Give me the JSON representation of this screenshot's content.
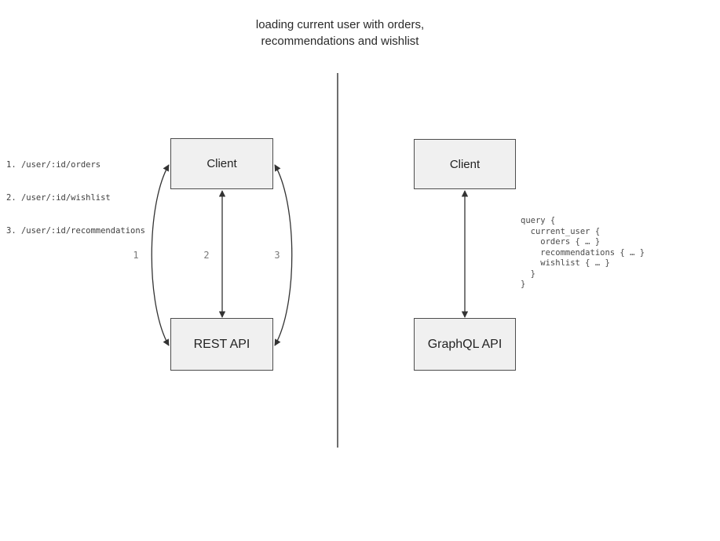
{
  "title": {
    "line1": "loading current user with orders,",
    "line2": "recommendations and wishlist"
  },
  "rest_panel": {
    "client_label": "Client",
    "api_label": "REST API",
    "endpoints": [
      "1. /user/:id/orders",
      "2. /user/:id/wishlist",
      "3. /user/:id/recommendations"
    ],
    "arrow_labels": [
      "1",
      "2",
      "3"
    ]
  },
  "graphql_panel": {
    "client_label": "Client",
    "api_label": "GraphQL API",
    "query": "query {\n  current_user {\n    orders { … }\n    recommendations { … }\n    wishlist { … }\n  }\n}"
  },
  "colors": {
    "box_fill": "#f0f0f0",
    "box_border": "#4d4d4d",
    "arrow_color": "#333333",
    "divider_color": "#6e6e6e",
    "muted_text": "#7a7a7a",
    "code_text": "#4a4a4a",
    "label_text": "#3d3d3d",
    "title_text": "#2a2a2a"
  }
}
